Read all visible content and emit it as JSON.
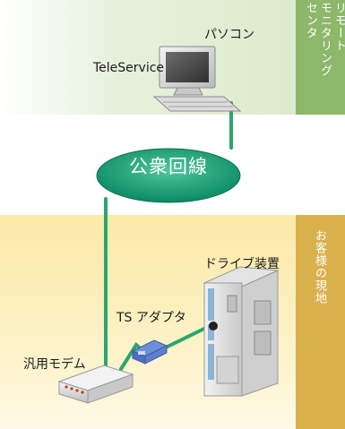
{
  "remote_center": {
    "label": "リモート\nモニタリング\nセンタ"
  },
  "site": {
    "label": "お客様の現地"
  },
  "nodes": {
    "pc": "パソコン",
    "teleservice": "TeleService",
    "network": "公衆回線",
    "drive": "ドライブ装置",
    "ts_adapter": "TS アダプタ",
    "modem": "汎用モデム"
  },
  "colors": {
    "line": "#2aa66e",
    "cloud": "#0f9a72",
    "top_band": "#8db86a",
    "bottom_band": "#d9b24e"
  }
}
